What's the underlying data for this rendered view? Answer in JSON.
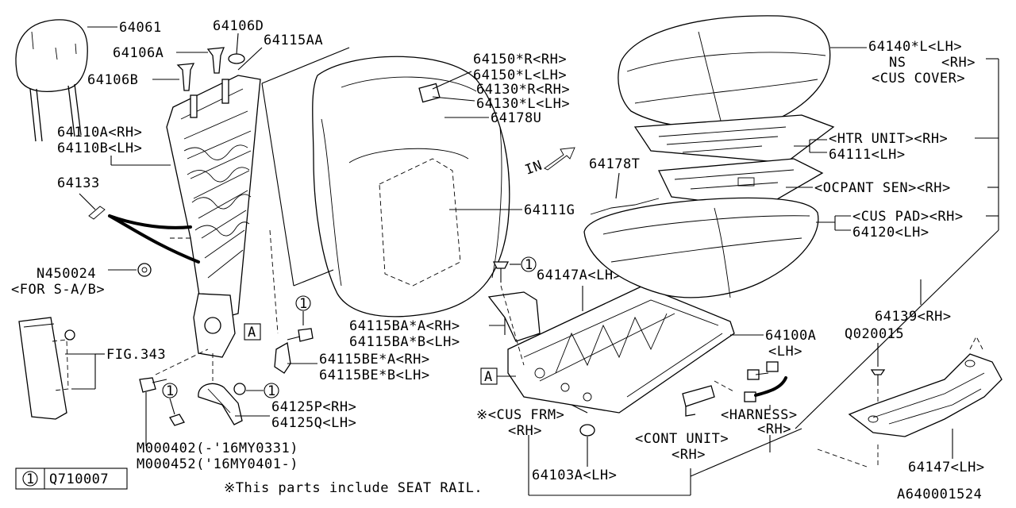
{
  "labels": {
    "p64061": "64061",
    "p64106D": "64106D",
    "p64106A": "64106A",
    "p64106B": "64106B",
    "p64115AA": "64115AA",
    "p64110A": "64110A<RH>",
    "p64110B": "64110B<LH>",
    "p64133": "64133",
    "pN450024": "N450024",
    "pForSAB": "<FOR S-A/B>",
    "pFig343": "FIG.343",
    "pM000402": "M000402(-'16MY0331)",
    "pM000452": "M000452('16MY0401-)",
    "p64125P": "64125P<RH>",
    "p64125Q": "64125Q<LH>",
    "p64115BEA": "64115BE*A<RH>",
    "p64115BEB": "64115BE*B<LH>",
    "p64115BAA": "64115BA*A<RH>",
    "p64115BAB": "64115BA*B<LH>",
    "p64150R": "64150*R<RH>",
    "p64150L": "64150*L<LH>",
    "p64130R": "64130*R<RH>",
    "p64130L": "64130*L<LH>",
    "p64178U": "64178U",
    "p64111G": "64111G",
    "p64178T": "64178T",
    "p64147A": "64147A<LH>",
    "p64100A": "64100A",
    "p64100A_lh": "<LH>",
    "pCusFrm": "※<CUS FRM>",
    "pCusFrmRH": "<RH>",
    "p64103A": "64103A<LH>",
    "pContUnit": "<CONT UNIT>",
    "pContUnitRH": "<RH>",
    "pHarness": "<HARNESS>",
    "pHarnessRH": "<RH>",
    "p64140L": "64140*L<LH>",
    "pNS": "NS",
    "pNSRH": "<RH>",
    "pCusCover": "<CUS COVER>",
    "pHtrUnit": "<HTR UNIT><RH>",
    "p64111LH": "64111<LH>",
    "pOcpant": "<OCPANT SEN><RH>",
    "pCusPad": "<CUS PAD><RH>",
    "p64120": "64120<LH>",
    "p64139": "64139<RH>",
    "pQ020015": "Q020015",
    "p64147LH": "64147<LH>",
    "refA1": "A",
    "refA2": "A",
    "circle1": "1",
    "inArrow": "IN",
    "footnote": "※This parts include SEAT RAIL.",
    "diagramId": "A640001524"
  },
  "legend": {
    "number": "1",
    "part": "Q710007"
  }
}
